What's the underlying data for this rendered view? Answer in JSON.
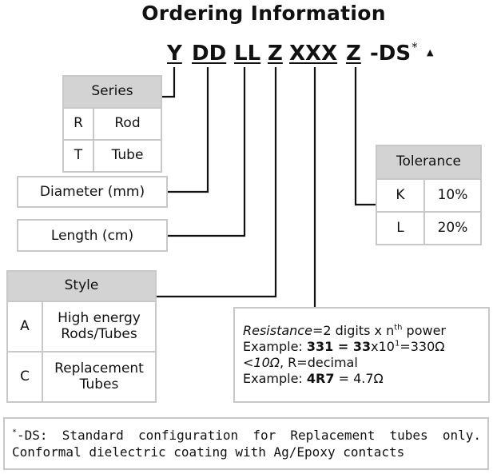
{
  "title": "Ordering Information",
  "part_code": {
    "segments": [
      "Y",
      "DD",
      "LL",
      "Z",
      "XXX",
      "Z"
    ],
    "suffix": "-DS",
    "suffix_mark": "*",
    "trailing_mark": "▲"
  },
  "series": {
    "header": "Series",
    "rows": [
      {
        "code": "R",
        "label": "Rod"
      },
      {
        "code": "T",
        "label": "Tube"
      }
    ]
  },
  "diameter_label": "Diameter (mm)",
  "length_label": "Length (cm)",
  "style": {
    "header": "Style",
    "rows": [
      {
        "code": "A",
        "label": "High energy Rods/Tubes"
      },
      {
        "code": "C",
        "label": "Replacement Tubes"
      }
    ]
  },
  "tolerance": {
    "header": "Tolerance",
    "rows": [
      {
        "code": "K",
        "value": "10%"
      },
      {
        "code": "L",
        "value": "20%"
      }
    ]
  },
  "resistance": {
    "line1_italic": "Resistance",
    "line1_rest": "=2 digits x n",
    "line1_sup": "th",
    "line1_end": " power",
    "line2_prefix": "Example: ",
    "line2_bold_a": "331",
    "line2_eq": " = ",
    "line2_bold_b": "33",
    "line2_times": "x10",
    "line2_sup": "1",
    "line2_result": "=330Ω",
    "line3_lt": "<",
    "line3_italic": "10Ω",
    "line3_rest": ", R=decimal",
    "line4_prefix": "Example: ",
    "line4_bold": "4R7",
    "line4_rest": " = 4.7Ω"
  },
  "footnote": {
    "mark": "*",
    "text": "-DS: Standard configuration for Replacement tubes only. Conformal dielectric coating with Ag/Epoxy contacts"
  }
}
